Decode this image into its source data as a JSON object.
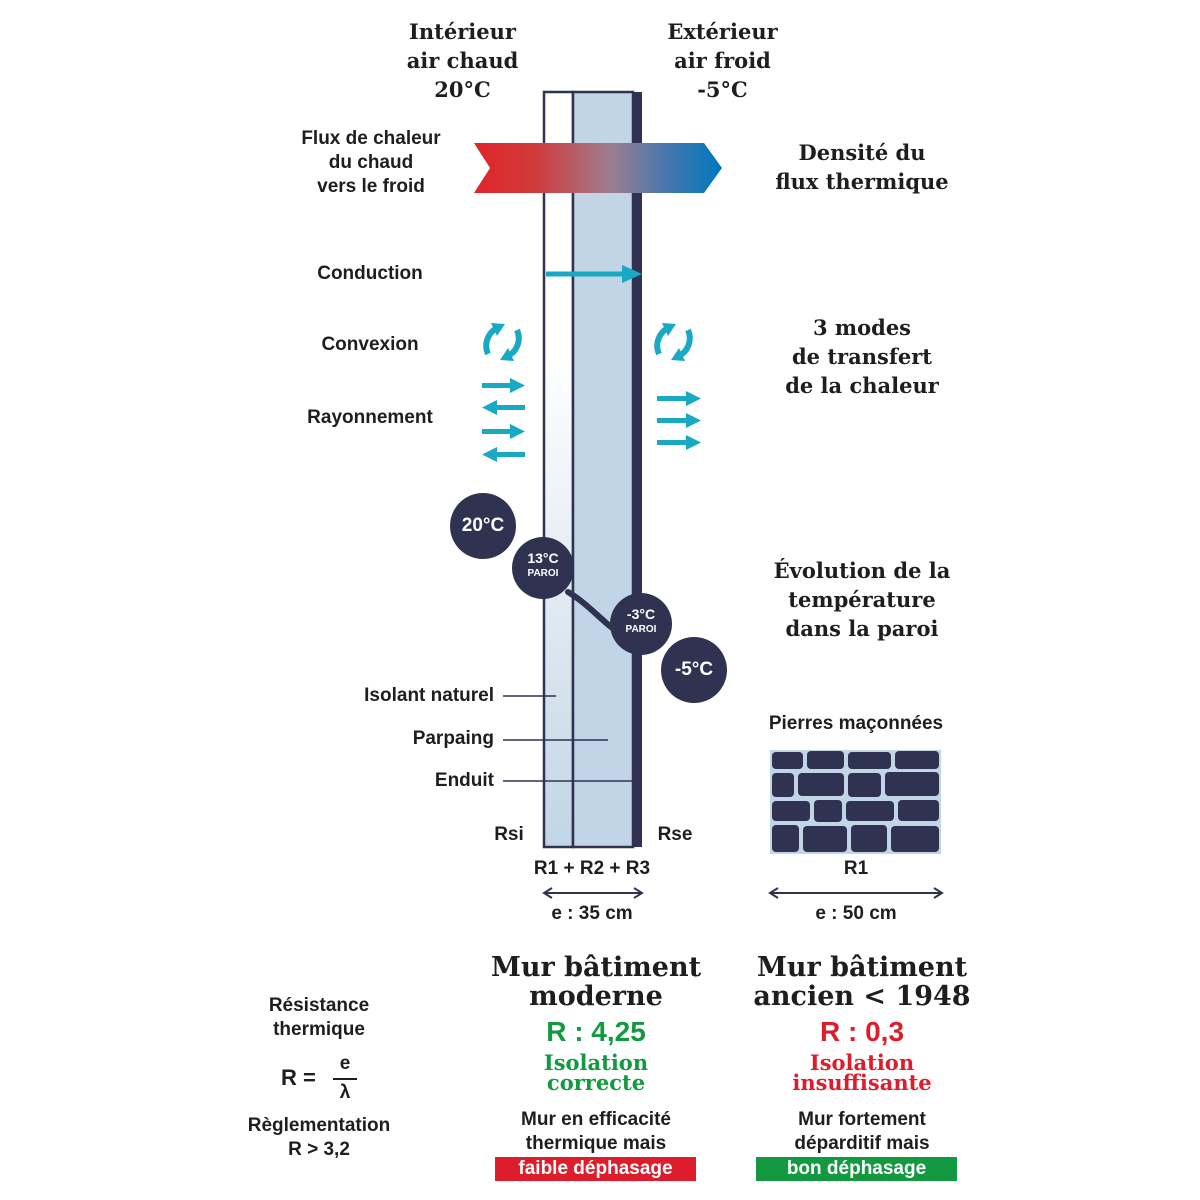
{
  "colors": {
    "dark": "#2f3351",
    "wall_blue": "#c1d5e6",
    "accent_cyan": "#1aa9c4",
    "hot_red": "#e0252a",
    "cold_blue": "#0078bd",
    "good_green": "#139a40",
    "bad_red": "#dd1d2b"
  },
  "header": {
    "inside": [
      "Intérieur",
      "air chaud",
      "20°C"
    ],
    "outside": [
      "Extérieur",
      "air froid",
      "-5°C"
    ]
  },
  "flux": {
    "left_label": [
      "Flux de chaleur",
      "du chaud",
      "vers le froid"
    ],
    "right_label": [
      "Densité du",
      "flux thermique"
    ]
  },
  "modes": {
    "conduction": "Conduction",
    "convexion": "Convexion",
    "rayonnement": "Rayonnement",
    "summary": [
      "3 modes",
      "de transfert",
      "de la chaleur"
    ],
    "convection_icon": "rotate-arrows-icon",
    "radiation_icon": "double-arrows-icon"
  },
  "temperature": {
    "inside": "20°C",
    "wall_inside_value": "13°C",
    "wall_inside_label": "PAROI",
    "wall_outside_value": "-3°C",
    "wall_outside_label": "PAROI",
    "outside": "-5°C",
    "evolution": [
      "Évolution de la",
      "température",
      "dans la paroi"
    ]
  },
  "layers": {
    "isolant": "Isolant naturel",
    "parpaing": "Parpaing",
    "enduit": "Enduit"
  },
  "resistances": {
    "rsi": "Rsi",
    "rse": "Rse",
    "modern_sum": "R1 + R2 + R3",
    "modern_thickness": "e : 35 cm",
    "old_material": "Pierres maçonnées",
    "old_sum": "R1",
    "old_thickness": "e : 50 cm"
  },
  "formula": {
    "title": [
      "Résistance",
      "thermique"
    ],
    "symbol": "R =",
    "numerator": "e",
    "denominator": "λ",
    "regulation": [
      "Règlementation",
      "R > 3,2"
    ]
  },
  "modern": {
    "title": [
      "Mur bâtiment",
      "moderne"
    ],
    "r_value": "R : 4,25",
    "isolation": [
      "Isolation",
      "correcte"
    ],
    "desc": [
      "Mur en efficacité",
      "thermique mais"
    ],
    "badge": "faible déphasage"
  },
  "old": {
    "title": [
      "Mur bâtiment",
      "ancien < 1948"
    ],
    "r_value": "R : 0,3",
    "isolation": [
      "Isolation",
      "insuffisante"
    ],
    "desc": [
      "Mur fortement",
      "déparditif mais"
    ],
    "badge": "bon déphasage"
  }
}
